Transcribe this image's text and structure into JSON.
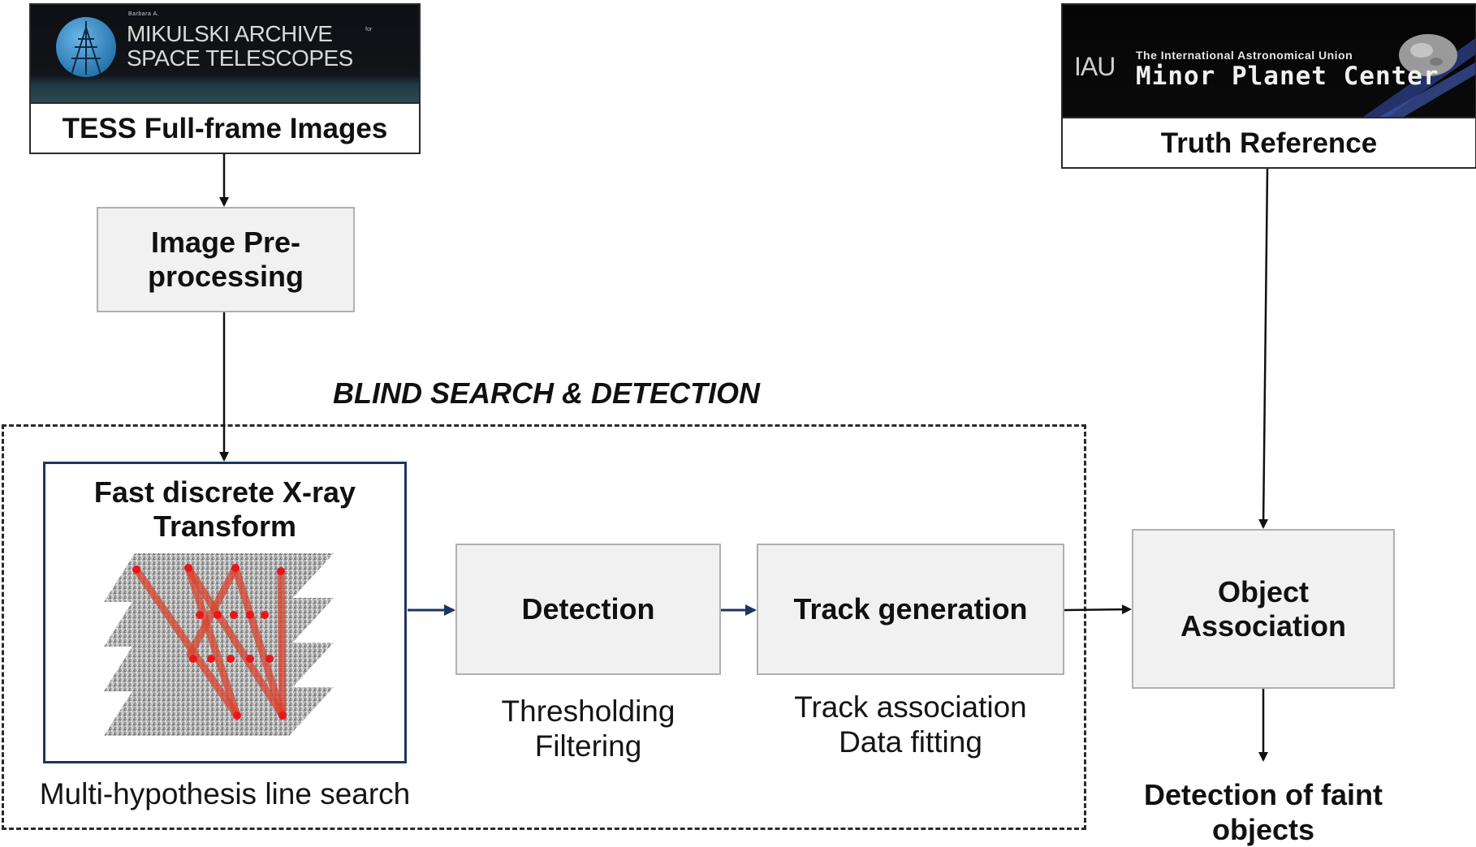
{
  "mast": {
    "small_text": "Barbara A.",
    "line1": "MIKULSKI ARCHIVE",
    "line2": "SPACE TELESCOPES",
    "for_text": "for",
    "caption": "TESS Full-frame Images"
  },
  "mpc": {
    "iau": "IAU",
    "subtitle": "The International Astronomical Union",
    "title": "Minor Planet Center",
    "caption": "Truth Reference"
  },
  "nodes": {
    "preprocessing": "Image Pre-processing",
    "fast_transform": "Fast discrete X-ray Transform",
    "detection": "Detection",
    "track_generation": "Track generation",
    "object_association": "Object Association"
  },
  "section_title": "BLIND SEARCH & DETECTION",
  "notes": {
    "line_search": "Multi-hypothesis line search",
    "detection_line1": "Thresholding",
    "detection_line2": "Filtering",
    "track_line1": "Track association",
    "track_line2": "Data fitting"
  },
  "output": {
    "line1": "Detection of faint",
    "line2": "objects"
  },
  "colors": {
    "arrow_dark": "#111111",
    "arrow_navy": "#1c3660",
    "transform_border": "#1c3660",
    "track_lines": "#d9432e",
    "track_points": "#e8161a",
    "box_fill": "#f1f1f1"
  }
}
